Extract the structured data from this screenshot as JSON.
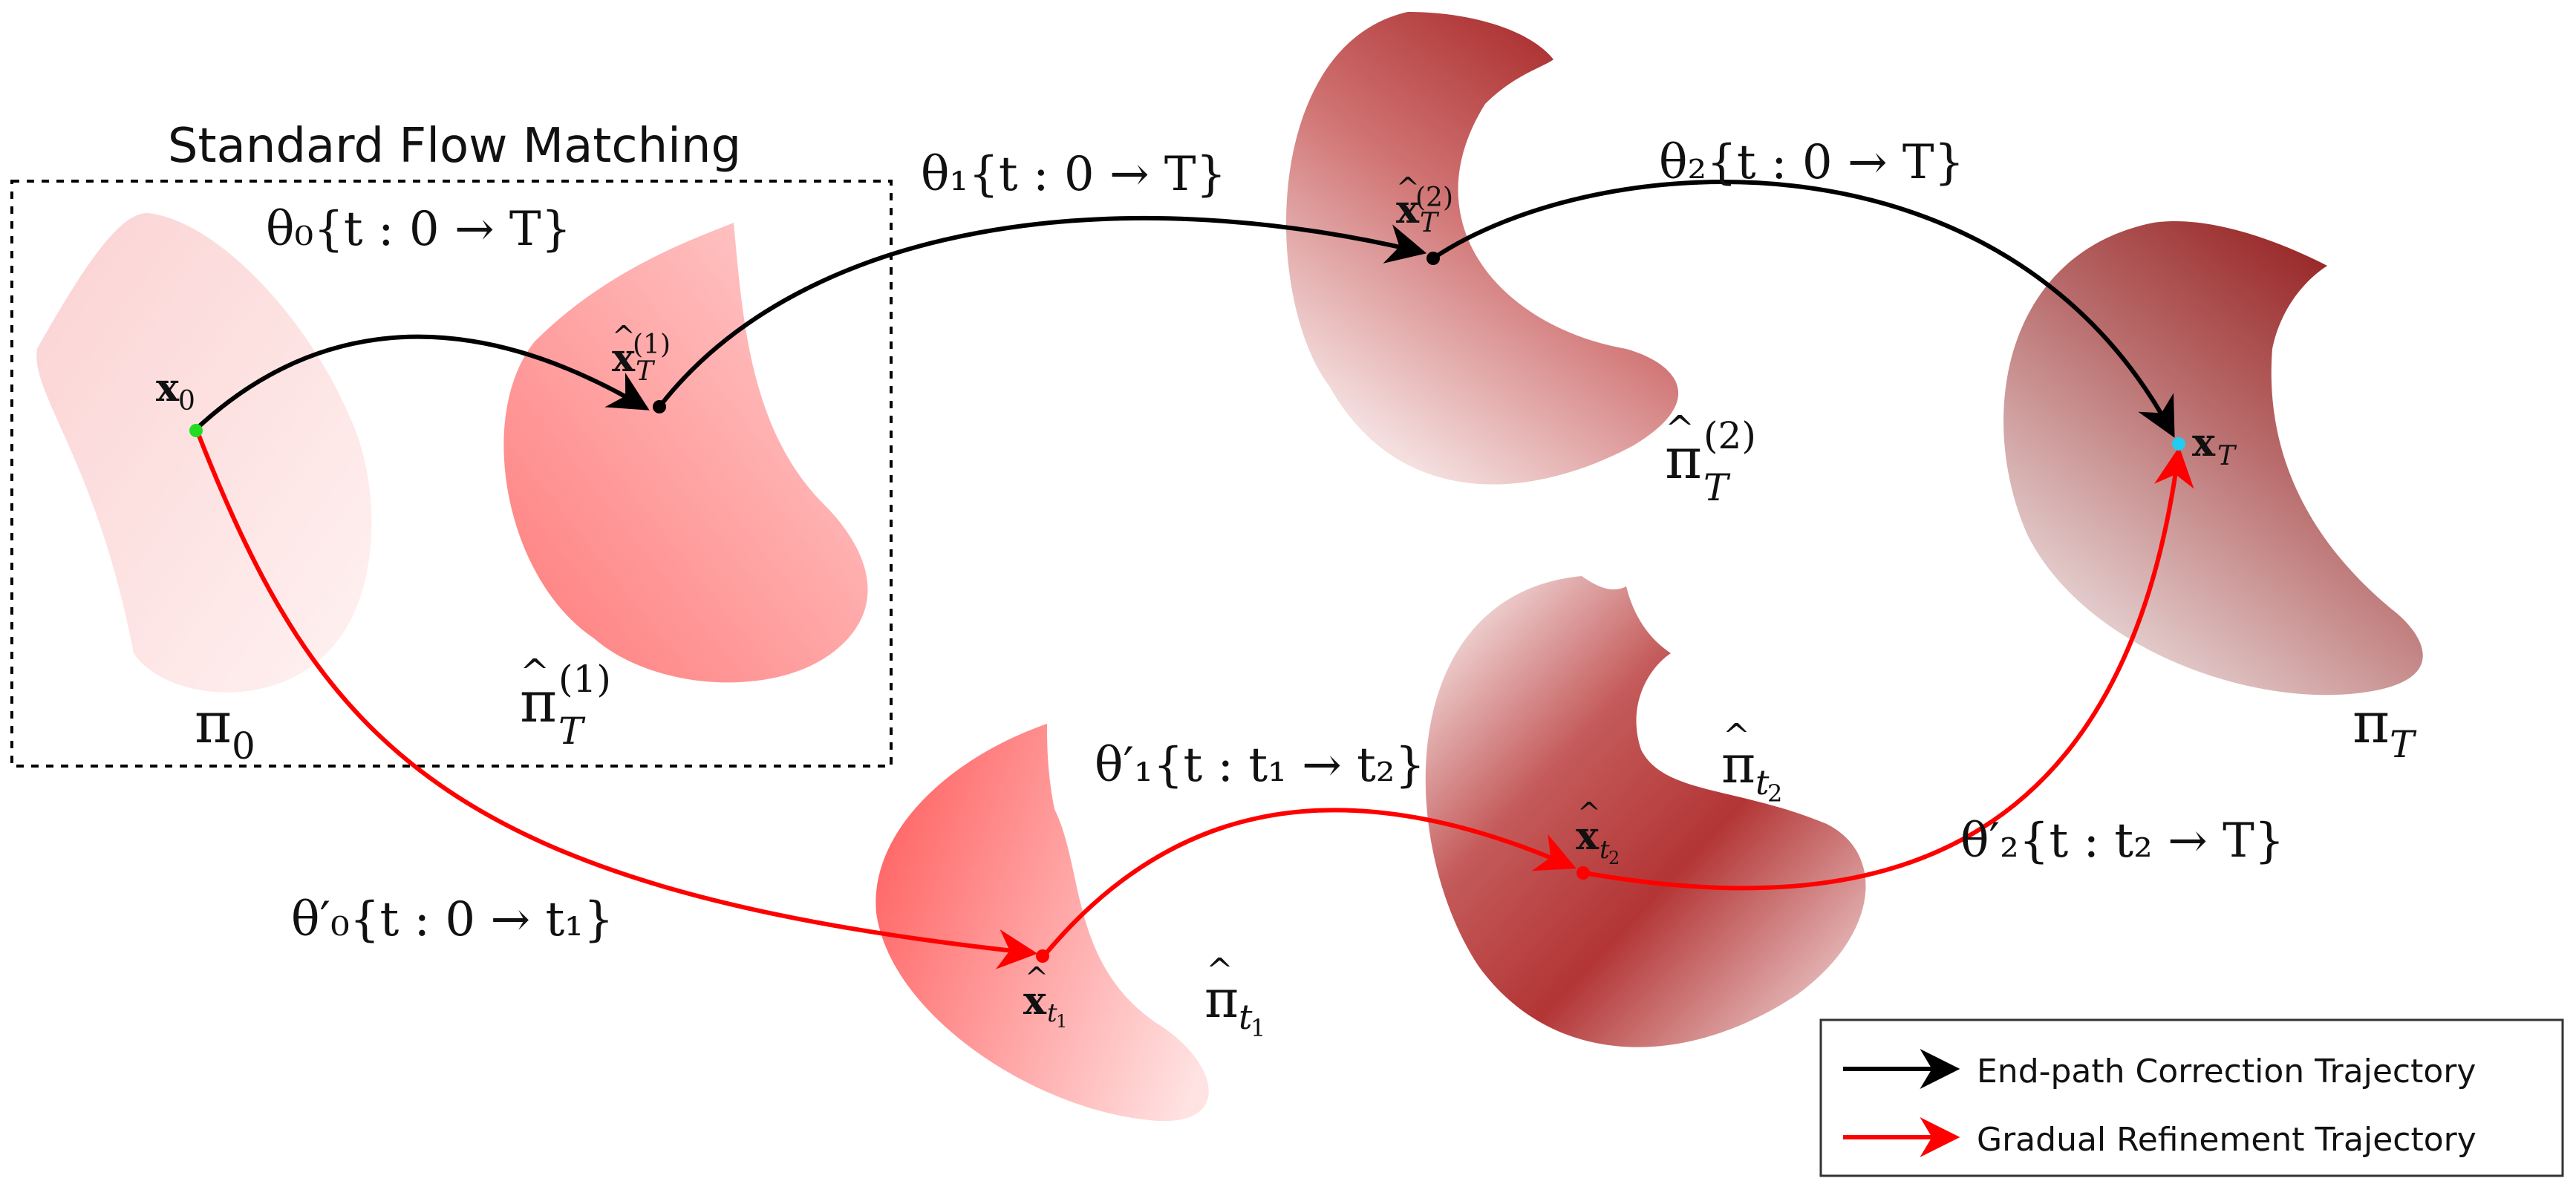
{
  "box_title": "Standard Flow Matching",
  "distributions": {
    "pi0": "π",
    "pi0_sub": "0",
    "piT": "π",
    "piT_sub": "T",
    "piT1_base": "π",
    "piT1_sub": "T",
    "piT1_sup": "(1)",
    "piT2_base": "π",
    "piT2_sub": "T",
    "piT2_sup": "(2)",
    "pit1_base": "π",
    "pit1_sub": "t",
    "pit1_subsub": "1",
    "pit2_base": "π",
    "pit2_sub": "t",
    "pit2_subsub": "2",
    "hat": "^"
  },
  "points": {
    "x0_base": "x",
    "x0_sub": "0",
    "xT_base": "x",
    "xT_sub": "T",
    "xT1_base": "x",
    "xT1_sub": "T",
    "xT1_sup": "(1)",
    "xT2_base": "x",
    "xT2_sub": "T",
    "xT2_sup": "(2)",
    "xt1_base": "x",
    "xt1_sub": "t",
    "xt1_subsub": "1",
    "xt2_base": "x",
    "xt2_sub": "t",
    "xt2_subsub": "2"
  },
  "edges": {
    "theta0": "θ₀{t : 0 → T}",
    "theta1": "θ₁{t : 0 → T}",
    "theta2": "θ₂{t : 0 → T}",
    "theta0p": "θ′₀{t : 0 → t₁}",
    "theta1p": "θ′₁{t : t₁ → t₂}",
    "theta2p": "θ′₂{t : t₂ → T}"
  },
  "legend": {
    "black_label": "End-path Correction Trajectory",
    "red_label": "Gradual Refinement Trajectory"
  },
  "colors": {
    "black_traj": "#000000",
    "red_traj": "#ff0000",
    "x0_dot": "#22dd22",
    "xT_dot": "#22ccee"
  }
}
